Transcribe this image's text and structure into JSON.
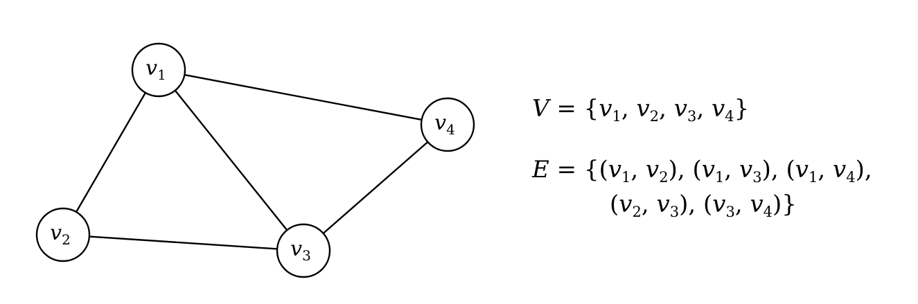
{
  "graph": {
    "nodes": [
      {
        "id": "v1",
        "letter": "v",
        "sub": "1"
      },
      {
        "id": "v2",
        "letter": "v",
        "sub": "2"
      },
      {
        "id": "v3",
        "letter": "v",
        "sub": "3"
      },
      {
        "id": "v4",
        "letter": "v",
        "sub": "4"
      }
    ],
    "edges": [
      [
        "v1",
        "v2"
      ],
      [
        "v1",
        "v3"
      ],
      [
        "v1",
        "v4"
      ],
      [
        "v2",
        "v3"
      ],
      [
        "v3",
        "v4"
      ]
    ]
  },
  "vertex_set": {
    "name": "V",
    "elements": [
      {
        "letter": "v",
        "sub": "1"
      },
      {
        "letter": "v",
        "sub": "2"
      },
      {
        "letter": "v",
        "sub": "3"
      },
      {
        "letter": "v",
        "sub": "4"
      }
    ]
  },
  "edge_set": {
    "name": "E",
    "line1": [
      [
        {
          "letter": "v",
          "sub": "1"
        },
        {
          "letter": "v",
          "sub": "2"
        }
      ],
      [
        {
          "letter": "v",
          "sub": "1"
        },
        {
          "letter": "v",
          "sub": "3"
        }
      ],
      [
        {
          "letter": "v",
          "sub": "1"
        },
        {
          "letter": "v",
          "sub": "4"
        }
      ]
    ],
    "line2": [
      [
        {
          "letter": "v",
          "sub": "2"
        },
        {
          "letter": "v",
          "sub": "3"
        }
      ],
      [
        {
          "letter": "v",
          "sub": "3"
        },
        {
          "letter": "v",
          "sub": "4"
        }
      ]
    ]
  }
}
